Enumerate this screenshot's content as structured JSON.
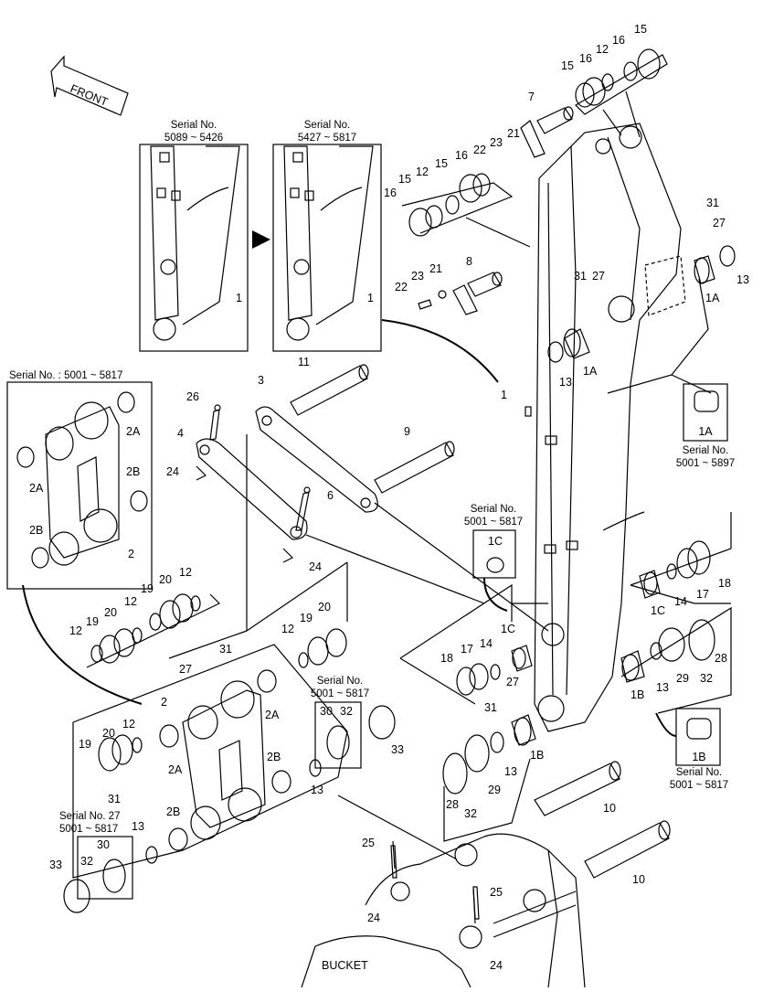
{
  "front_label": "FRONT",
  "bucket_label": "BUCKET",
  "inset_top_left": {
    "serial_label": "Serial No.",
    "serial_range": "5089 ~ 5426",
    "part": "1"
  },
  "inset_top_mid": {
    "serial_label": "Serial No.",
    "serial_range": "5427 ~ 5817",
    "part": "1"
  },
  "inset_link": {
    "serial_text": "Serial No. : 5001 ~ 5817",
    "parts": [
      "2A",
      "2A",
      "2B",
      "2B",
      "2"
    ]
  },
  "inset_1A": {
    "part": "1A",
    "serial_label": "Serial No.",
    "serial_range": "5001 ~ 5897"
  },
  "inset_1C": {
    "serial_label": "Serial No.",
    "serial_range": "5001 ~ 5817",
    "part": "1C"
  },
  "inset_1B": {
    "part": "1B",
    "serial_label": "Serial No.",
    "serial_range": "5001 ~ 5817"
  },
  "inset_30_mid": {
    "serial_label": "Serial No.",
    "serial_range": "5001 ~ 5817",
    "part_30": "30",
    "part_32": "32"
  },
  "inset_30_low": {
    "serial_label": "Serial No. 27",
    "serial_range": "5001 ~ 5817",
    "part_30": "30",
    "part_32": "32"
  },
  "callouts": {
    "c15a": "15",
    "c16a": "16",
    "c12a": "12",
    "c15b": "15",
    "c16b": "16",
    "c13a": "13",
    "c7": "7",
    "c22a": "22",
    "c23a": "23",
    "c21a": "21",
    "c16c": "16",
    "c15c": "15",
    "c12c": "12",
    "c16d": "16",
    "c15d": "15",
    "c31a": "31",
    "c27a": "27",
    "c13b": "13",
    "c1Aa": "1A",
    "c8": "8",
    "c21b": "21",
    "c23b": "23",
    "c22b": "22",
    "c31b": "31",
    "c27b": "27",
    "c1Ab": "1A",
    "c13c": "13",
    "c1": "1",
    "c11": "11",
    "c3": "3",
    "c26": "26",
    "c4": "4",
    "c24a": "24",
    "c9": "9",
    "c6": "6",
    "c24b": "24",
    "c1Ca": "1C",
    "c14a": "14",
    "c17a": "17",
    "c18a": "18",
    "c1Cb": "1C",
    "c18b": "18",
    "c17b": "17",
    "c14b": "14",
    "c27c": "27",
    "c31c": "31",
    "c13d": "13",
    "c29a": "29",
    "c28a": "28",
    "c32a": "32",
    "c1B": "1B",
    "c1Bb": "1B",
    "c13e": "13",
    "c29b": "29",
    "c28b": "28",
    "c32b": "32",
    "c12d": "12",
    "c19a": "19",
    "c20a": "20",
    "c12e": "12",
    "c19b": "19",
    "c20b": "20",
    "c12f": "12",
    "c12g": "12",
    "c19c": "19",
    "c20c": "20",
    "c27d": "27",
    "c31d": "31",
    "c2": "2",
    "c2Aa": "2A",
    "c2Ab": "2A",
    "c2Ba": "2B",
    "c2Bb": "2B",
    "c19d": "19",
    "c20d": "20",
    "c12h": "12",
    "c31e": "31",
    "c13f": "13",
    "c33a": "33",
    "c13g": "13",
    "c33b": "33",
    "c10a": "10",
    "c10b": "10",
    "c25a": "25",
    "c25b": "25",
    "c24c": "24",
    "c24d": "24"
  }
}
